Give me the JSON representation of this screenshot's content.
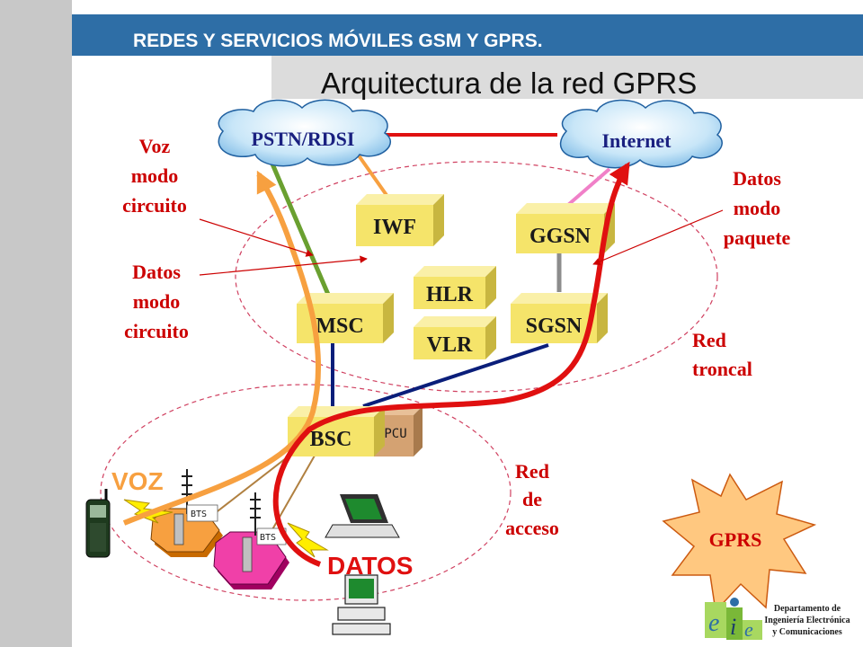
{
  "header": {
    "course_title": "REDES Y SERVICIOS MÓVILES GSM Y GPRS.",
    "slide_title": "Arquitectura de la red GPRS"
  },
  "clouds": {
    "pstn": "PSTN/RDSI",
    "internet": "Internet"
  },
  "nodes": {
    "iwf": "IWF",
    "ggsn": "GGSN",
    "hlr": "HLR",
    "vlr": "VLR",
    "msc": "MSC",
    "sgsn": "SGSN",
    "bsc": "BSC",
    "pcu": "PCU",
    "bts_1": "BTS",
    "bts_2": "BTS"
  },
  "annotations": {
    "voz_modo_circuito": [
      "Voz",
      "modo",
      "circuito"
    ],
    "datos_modo_circuito": [
      "Datos",
      "modo",
      "circuito"
    ],
    "datos_modo_paquete": [
      "Datos",
      "modo",
      "paquete"
    ],
    "red_troncal": [
      "Red",
      "troncal"
    ],
    "red_de_acceso": [
      "Red",
      "de",
      "acceso"
    ],
    "voz": "VOZ",
    "datos": "DATOS",
    "gprs": "GPRS"
  },
  "footer": {
    "department": [
      "Departamento de",
      "Ingeniería Electrónica",
      "y Comunicaciones"
    ]
  },
  "colors": {
    "header_bar": "#2e6ea6",
    "left_band": "#c8c8c8",
    "annotation_red": "#cc0000",
    "node_yellow": "#f5e46a",
    "cloud_blue": "#c8e6f8",
    "voice_orange": "#f7a040",
    "data_red": "#e01010",
    "msc_pstn_green": "#6aa030",
    "link_navy": "#0a1e7a",
    "gprs_star": "#ffc880"
  }
}
